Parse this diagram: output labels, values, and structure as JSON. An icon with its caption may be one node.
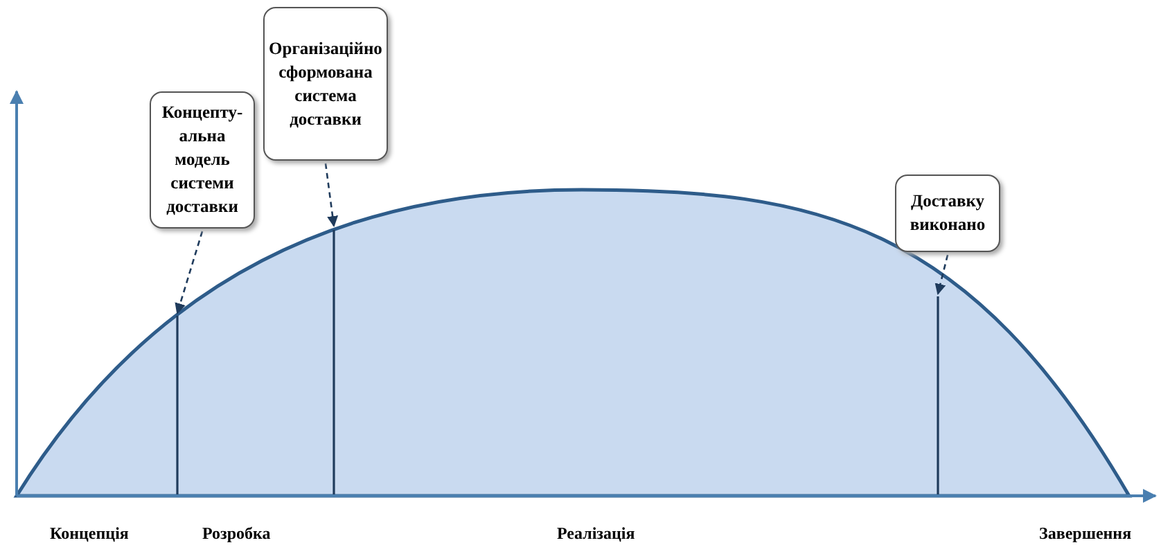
{
  "diagram": {
    "nodes": [
      {
        "text": [
          "Концепту-альна модель системи доставки"
        ]
      },
      {
        "text": [
          "Організаційно сформована система доставки"
        ]
      },
      {
        "text": [
          "Доставку виконано"
        ]
      }
    ],
    "edges": [
      {
        "from": 0,
        "to": null,
        "arrow": "to",
        "style": "dashed"
      },
      {
        "from": 1,
        "to": null,
        "arrow": "to",
        "style": "dashed"
      },
      {
        "from": 2,
        "to": null,
        "arrow": "to",
        "style": "dashed"
      }
    ],
    "labels": [
      "Концепція",
      "Розробка",
      "Реалізація",
      "Завершення"
    ]
  }
}
